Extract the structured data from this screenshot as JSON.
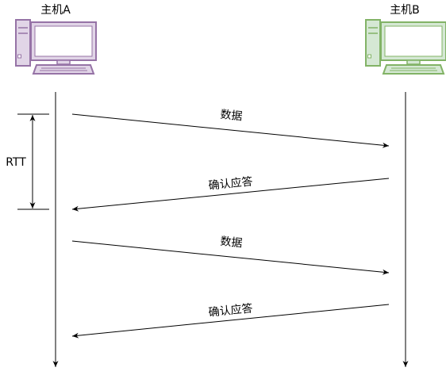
{
  "hosts": {
    "a": {
      "label": "主机A",
      "color": "#9673a6",
      "fill": "#e1d5e7",
      "icon": "desktop-computer-icon"
    },
    "b": {
      "label": "主机B",
      "color": "#82b366",
      "fill": "#d5e8d4",
      "icon": "desktop-computer-icon"
    }
  },
  "rtt": {
    "label": "RTT"
  },
  "messages": [
    {
      "label": "数据",
      "from": "A",
      "to": "B"
    },
    {
      "label": "确认应答",
      "from": "B",
      "to": "A"
    },
    {
      "label": "数据",
      "from": "A",
      "to": "B"
    },
    {
      "label": "确认应答",
      "from": "B",
      "to": "A"
    }
  ]
}
